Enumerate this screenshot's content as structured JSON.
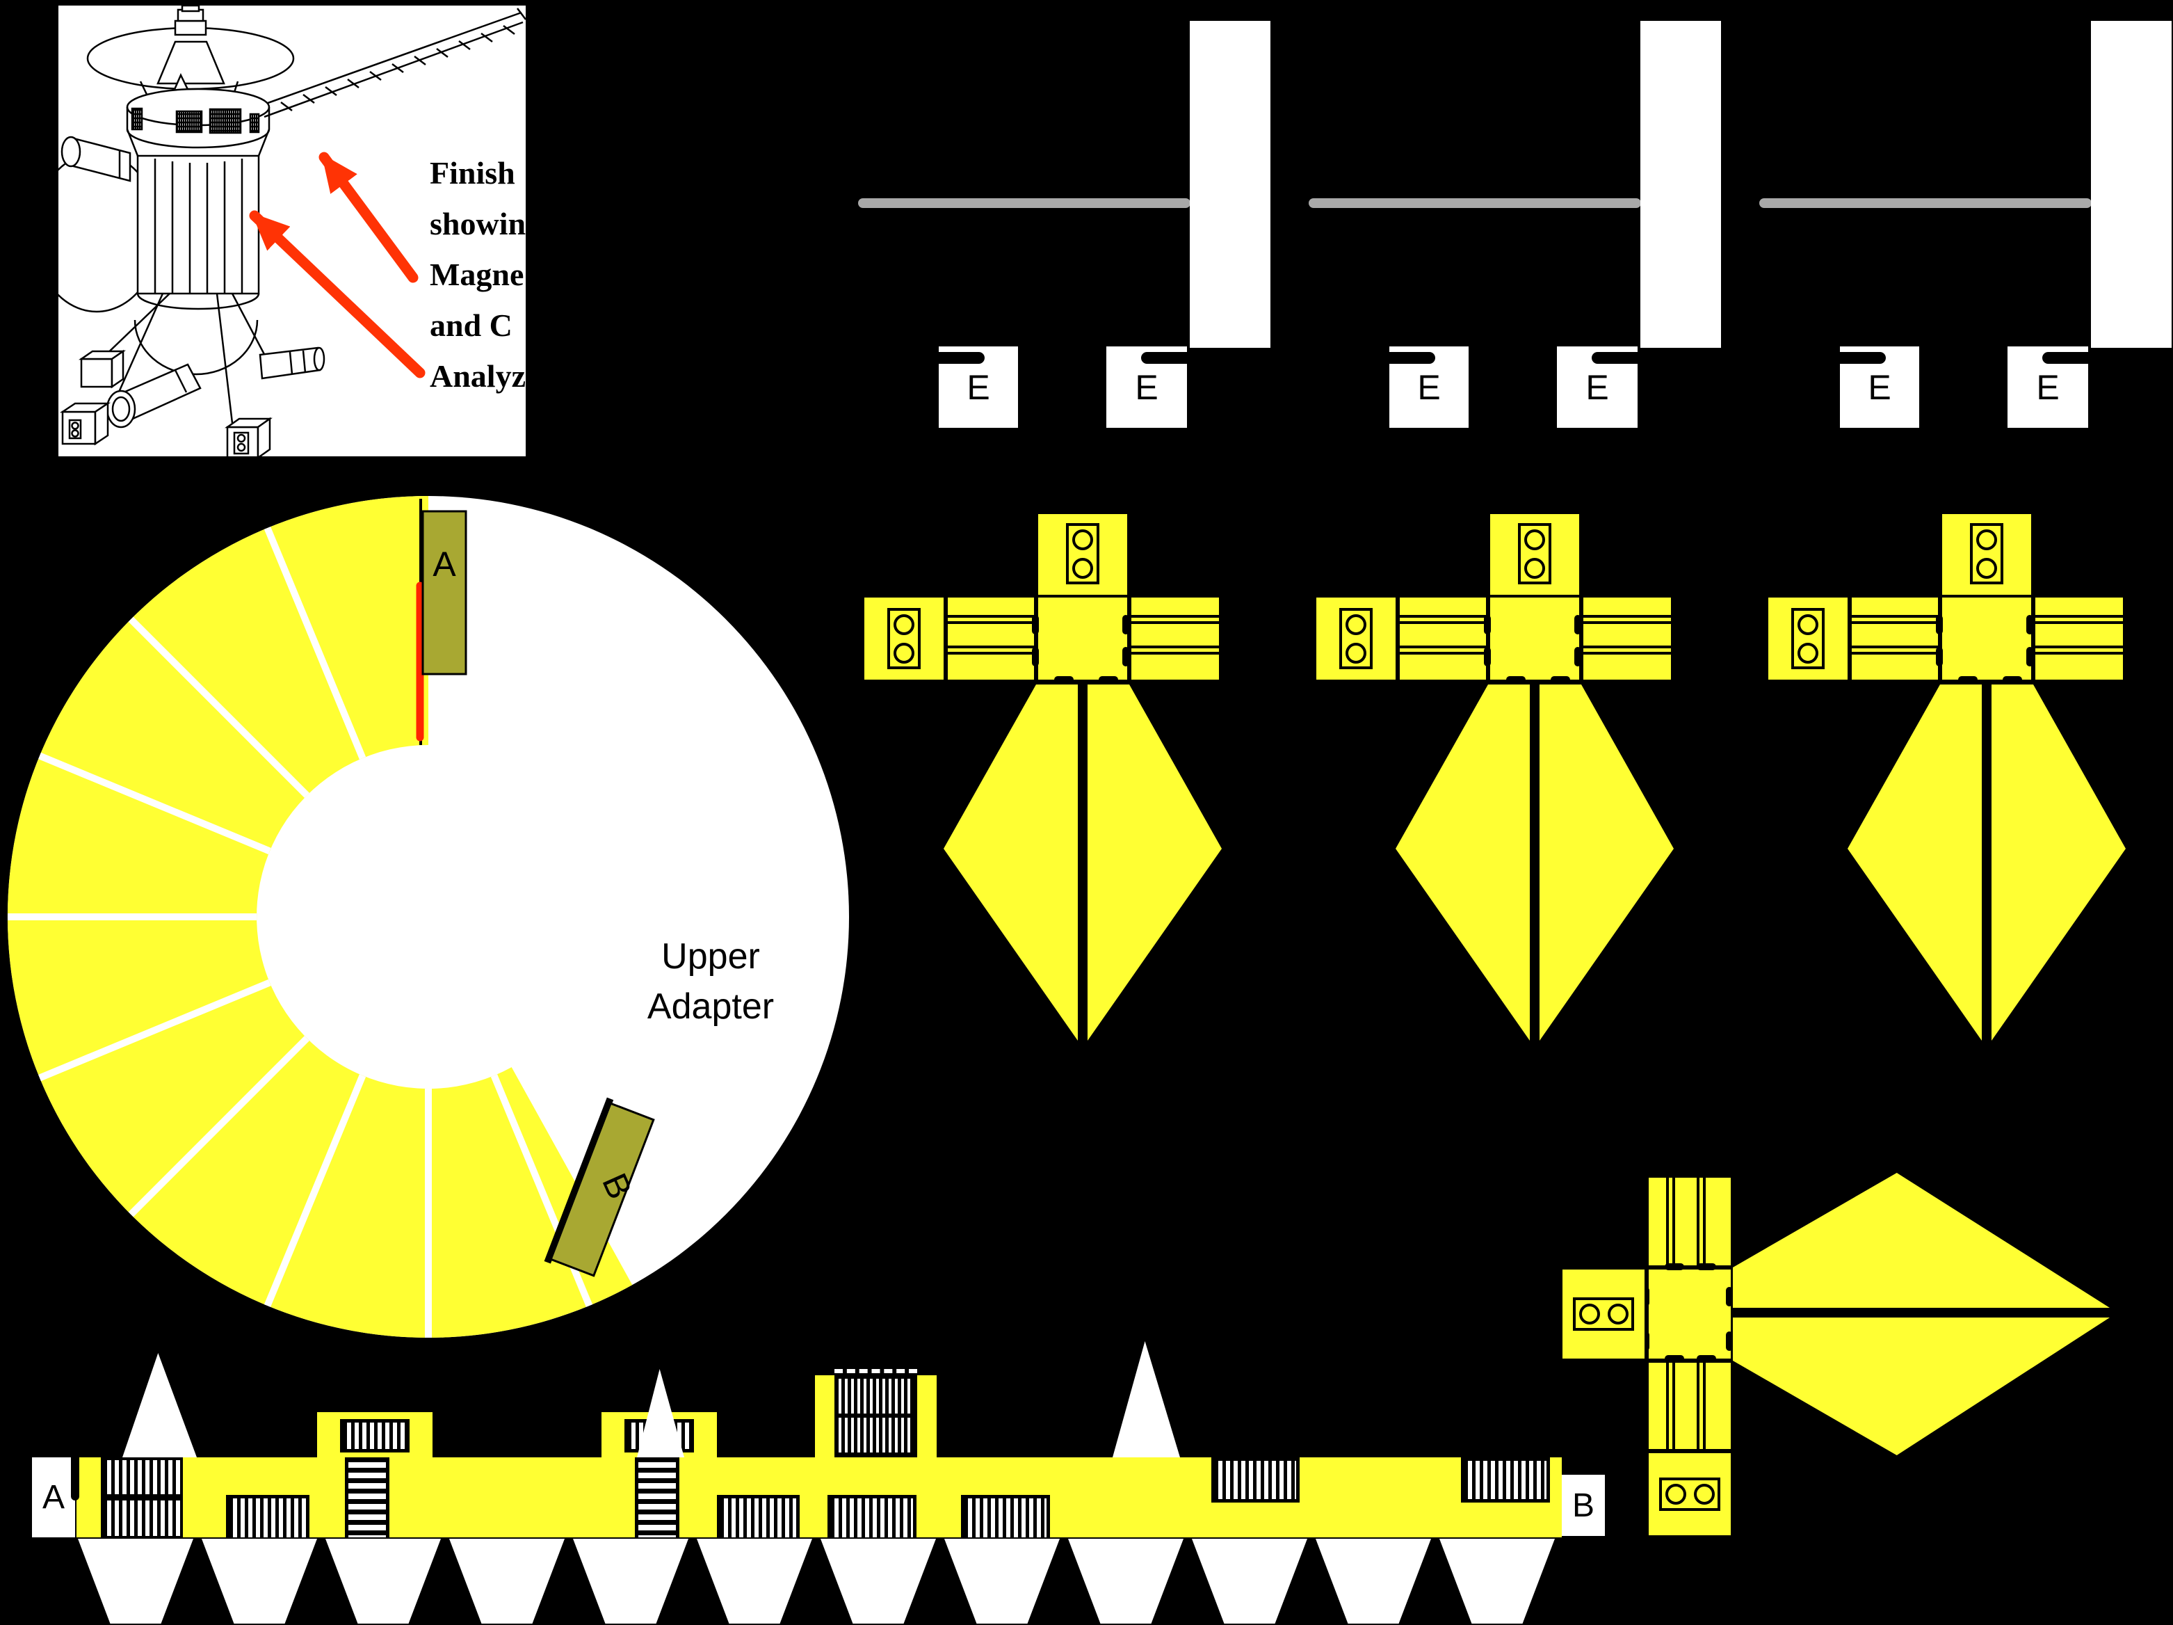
{
  "colors": {
    "page_bg": "#000000",
    "yellow": "#FFFF33",
    "olive": "#A8A832",
    "red_arrow": "#FF3305",
    "red_line": "#FF2400",
    "gray": "#A9A9A9"
  },
  "inset": {
    "caption_lines": [
      "Finish",
      "showin",
      "Magne",
      "and C",
      "Analyz"
    ]
  },
  "booms": {
    "e_label": "E"
  },
  "adapter": {
    "line1": "Upper",
    "line2": "Adapter",
    "tab_a": "A",
    "tab_b": "B"
  },
  "strip": {
    "a_label": "A",
    "b_label": "B"
  }
}
